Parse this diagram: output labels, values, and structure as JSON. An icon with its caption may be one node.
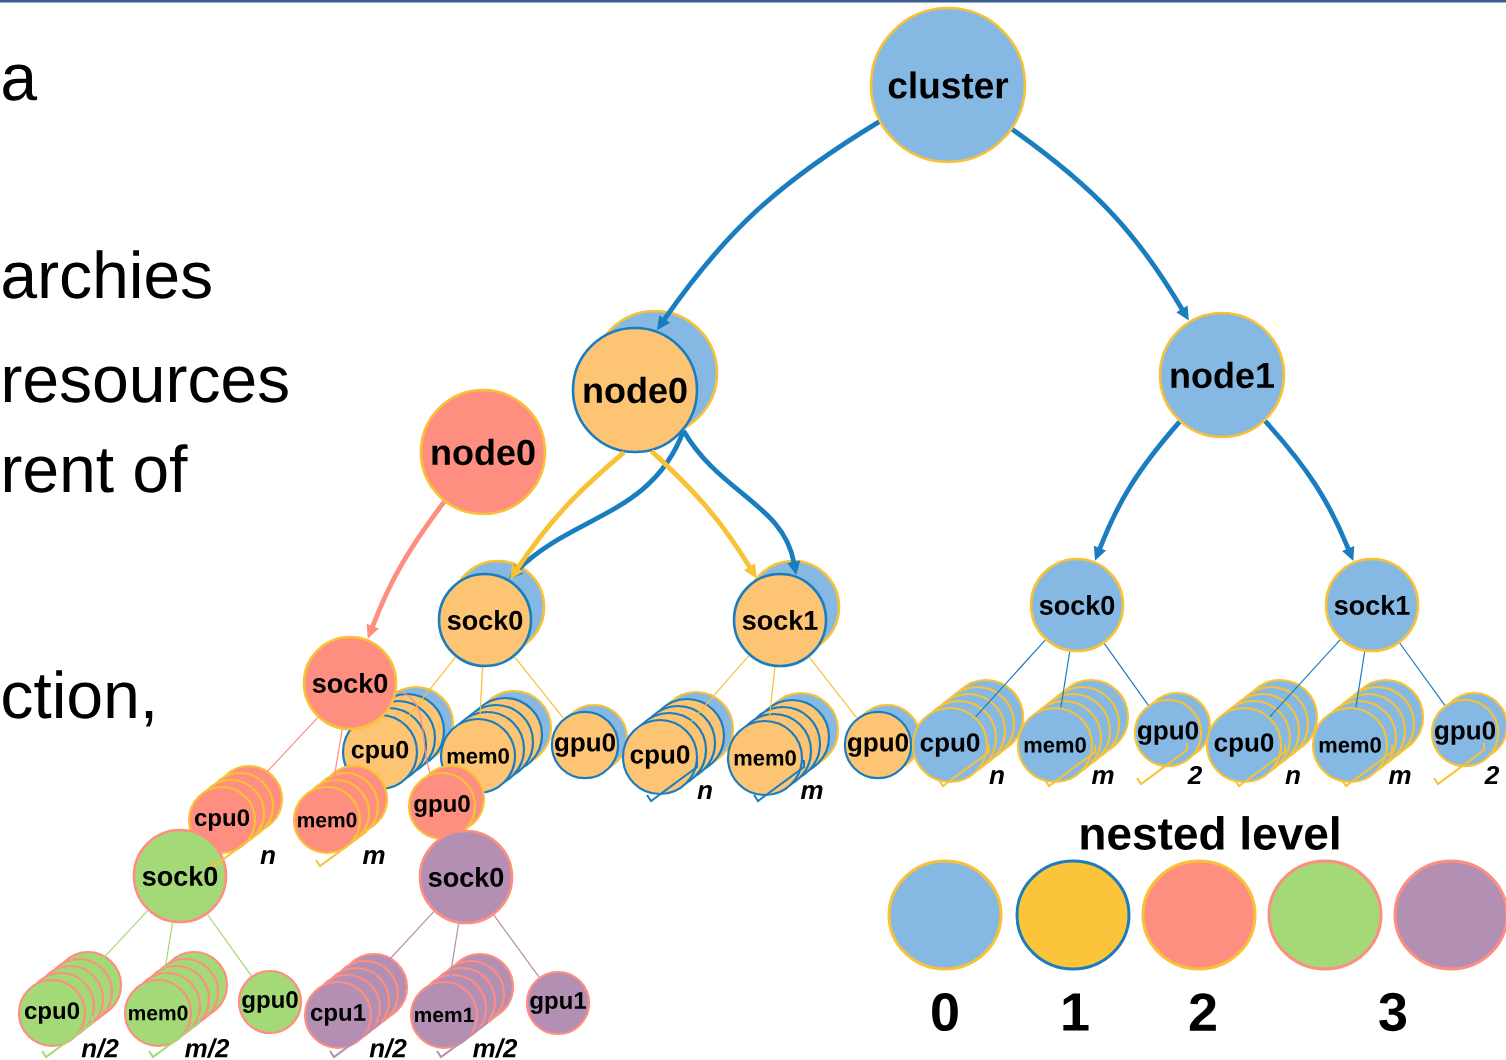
{
  "diagram": {
    "nodes": [
      {
        "text": [
          "cluster"
        ]
      },
      {
        "text": [
          "node0"
        ]
      },
      {
        "text": [
          "node1"
        ]
      },
      {
        "text": [
          "node0"
        ]
      },
      {
        "text": [
          "sock0"
        ]
      },
      {
        "text": [
          "sock1"
        ]
      },
      {
        "text": [
          "sock0"
        ]
      },
      {
        "text": [
          "sock1"
        ]
      },
      {
        "text": [
          "sock0"
        ]
      },
      {
        "text": [
          "cpu0"
        ]
      },
      {
        "text": [
          "mem0"
        ]
      },
      {
        "text": [
          "gpu0"
        ]
      },
      {
        "text": [
          "cpu0"
        ]
      },
      {
        "text": [
          "mem0"
        ]
      },
      {
        "text": [
          "gpu0"
        ]
      },
      {
        "text": [
          "cpu0"
        ]
      },
      {
        "text": [
          "mem0"
        ]
      },
      {
        "text": [
          "gpu0"
        ]
      },
      {
        "text": [
          "cpu0"
        ]
      },
      {
        "text": [
          "mem0"
        ]
      },
      {
        "text": [
          "gpu0"
        ]
      },
      {
        "text": [
          "cpu0"
        ]
      },
      {
        "text": [
          "mem0"
        ]
      },
      {
        "text": [
          "gpu0"
        ]
      },
      {
        "text": [
          "sock0"
        ]
      },
      {
        "text": [
          "sock0"
        ]
      },
      {
        "text": [
          "cpu0"
        ]
      },
      {
        "text": [
          "mem0"
        ]
      },
      {
        "text": [
          "gpu0"
        ]
      },
      {
        "text": [
          "cpu1"
        ]
      },
      {
        "text": [
          "mem1"
        ]
      },
      {
        "text": [
          "gpu1"
        ]
      }
    ],
    "edges": [
      {
        "from": 0,
        "to": 1,
        "arrow": "to",
        "style": "thick"
      },
      {
        "from": 0,
        "to": 2,
        "arrow": "to",
        "style": "thick"
      },
      {
        "from": 1,
        "to": 4,
        "arrow": "to",
        "style": "thick"
      },
      {
        "from": 1,
        "to": 5,
        "arrow": "to",
        "style": "thick"
      },
      {
        "from": 1,
        "to": 4,
        "arrow": "to",
        "style": "thick",
        "color": "#f9c235"
      },
      {
        "from": 1,
        "to": 5,
        "arrow": "to",
        "style": "thick",
        "color": "#f9c235"
      },
      {
        "from": 2,
        "to": 6,
        "arrow": "to",
        "style": "thick"
      },
      {
        "from": 2,
        "to": 7,
        "arrow": "to",
        "style": "thick"
      },
      {
        "from": 3,
        "to": 8,
        "arrow": "to",
        "style": "thick",
        "color": "#fe8f80"
      },
      {
        "from": 4,
        "to": 9,
        "arrow": "none",
        "color": "#f9c235"
      },
      {
        "from": 4,
        "to": 10,
        "arrow": "none",
        "color": "#f9c235"
      },
      {
        "from": 4,
        "to": 11,
        "arrow": "none",
        "color": "#f9c235"
      },
      {
        "from": 5,
        "to": 12,
        "arrow": "none",
        "color": "#f9c235"
      },
      {
        "from": 5,
        "to": 13,
        "arrow": "none",
        "color": "#f9c235"
      },
      {
        "from": 5,
        "to": 14,
        "arrow": "none",
        "color": "#f9c235"
      },
      {
        "from": 6,
        "to": 15,
        "arrow": "none"
      },
      {
        "from": 6,
        "to": 16,
        "arrow": "none"
      },
      {
        "from": 6,
        "to": 17,
        "arrow": "none"
      },
      {
        "from": 7,
        "to": 18,
        "arrow": "none"
      },
      {
        "from": 7,
        "to": 19,
        "arrow": "none"
      },
      {
        "from": 7,
        "to": 20,
        "arrow": "none"
      },
      {
        "from": 8,
        "to": 21,
        "arrow": "none",
        "color": "#fe8f80"
      },
      {
        "from": 8,
        "to": 22,
        "arrow": "none",
        "color": "#fe8f80"
      },
      {
        "from": 8,
        "to": 23,
        "arrow": "none",
        "color": "#fe8f80"
      },
      {
        "from": 24,
        "to": 26,
        "arrow": "none",
        "color": "#a3d977"
      },
      {
        "from": 24,
        "to": 27,
        "arrow": "none",
        "color": "#a3d977"
      },
      {
        "from": 24,
        "to": 28,
        "arrow": "none",
        "color": "#a3d977"
      },
      {
        "from": 25,
        "to": 29,
        "arrow": "none",
        "color": "#b28fb3"
      },
      {
        "from": 25,
        "to": 30,
        "arrow": "none",
        "color": "#b28fb3"
      },
      {
        "from": 25,
        "to": 31,
        "arrow": "none",
        "color": "#b28fb3"
      }
    ],
    "labels": [
      "a",
      "archies",
      "resources",
      "rent of",
      "ction,",
      "n",
      "m",
      "2",
      "n",
      "m",
      "2",
      "n",
      "m",
      "nested level",
      "n",
      "m",
      "n/2",
      "m/2",
      "n/2",
      "m/2"
    ],
    "legend": [
      {
        "text": "0",
        "color": "#85b9e3"
      },
      {
        "text": "1",
        "color": "#fbc43a"
      },
      {
        "text": "2",
        "color": "#fe8f80"
      },
      {
        "text": "3",
        "color": "#a3d977"
      }
    ]
  }
}
